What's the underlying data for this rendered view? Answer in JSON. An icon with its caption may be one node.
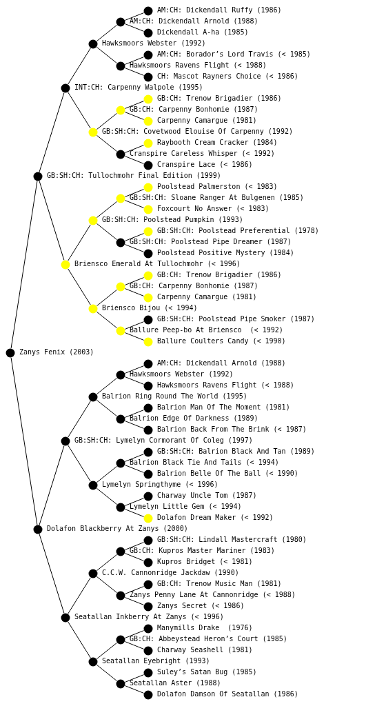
{
  "diagram": {
    "nodes": [
      {
        "text": [],
        "shape": "circle",
        "beside": [
          "AM:CH: Dickendall Ruffy (1986)"
        ]
      },
      {
        "text": [],
        "shape": "circle",
        "beside": [
          "AM:CH: Dickendall Arnold (1988)"
        ]
      },
      {
        "text": [],
        "shape": "circle",
        "beside": [
          "Dickendall A-ha (1985)"
        ]
      },
      {
        "text": [],
        "shape": "circle",
        "beside": [
          "Hawksmoors Webster (1992)"
        ]
      },
      {
        "text": [],
        "shape": "circle",
        "beside": [
          "AM:CH: Borador’s Lord Travis (< 1985)"
        ]
      },
      {
        "text": [],
        "shape": "circle",
        "beside": [
          "Hawksmoors Ravens Flight (< 1988)"
        ]
      },
      {
        "text": [],
        "shape": "circle",
        "beside": [
          "CH: Mascot Rayners Choice (< 1986)"
        ]
      },
      {
        "text": [],
        "shape": "circle",
        "beside": [
          "INT:CH: Carpenny Walpole (1995)"
        ]
      },
      {
        "text": [],
        "shape": "circle",
        "beside": [
          "GB:CH: Trenow Brigadier (1986)"
        ]
      },
      {
        "text": [],
        "shape": "circle",
        "beside": [
          "GB:CH: Carpenny Bonhomie (1987)"
        ]
      },
      {
        "text": [],
        "shape": "circle",
        "beside": [
          "Carpenny Camargue (1981)"
        ]
      },
      {
        "text": [],
        "shape": "circle",
        "beside": [
          "GB:SH:CH: Covetwood Elouise Of Carpenny (1992)"
        ]
      },
      {
        "text": [],
        "shape": "circle",
        "beside": [
          "Raybooth Cream Cracker (1984)"
        ]
      },
      {
        "text": [],
        "shape": "circle",
        "beside": [
          "Cranspire Careless Whisper (< 1992)"
        ]
      },
      {
        "text": [],
        "shape": "circle",
        "beside": [
          "Cranspire Lace (< 1986)"
        ]
      },
      {
        "text": [],
        "shape": "circle",
        "beside": [
          "GB:SH:CH: Tullochmohr Final Edition (1999)"
        ]
      },
      {
        "text": [],
        "shape": "circle",
        "beside": [
          "Poolstead Palmerston (< 1983)"
        ]
      },
      {
        "text": [],
        "shape": "circle",
        "beside": [
          "GB:SH:CH: Sloane Ranger At Bulgenen (1985)"
        ]
      },
      {
        "text": [],
        "shape": "circle",
        "beside": [
          "Foxcourt No Answer (< 1983)"
        ]
      },
      {
        "text": [],
        "shape": "circle",
        "beside": [
          "GB:SH:CH: Poolstead Pumpkin (1993)"
        ]
      },
      {
        "text": [],
        "shape": "circle",
        "beside": [
          "GB:SH:CH: Poolstead Preferential (1978)"
        ]
      },
      {
        "text": [],
        "shape": "circle",
        "beside": [
          "GB:SH:CH: Poolstead Pipe Dreamer (1987)"
        ]
      },
      {
        "text": [],
        "shape": "circle",
        "beside": [
          "Poolstead Positive Mystery (1984)"
        ]
      },
      {
        "text": [],
        "shape": "circle",
        "beside": [
          "Briensco Emerald At Tullochmohr (< 1996)"
        ]
      },
      {
        "text": [],
        "shape": "circle",
        "beside": [
          "GB:CH: Trenow Brigadier (1986)"
        ]
      },
      {
        "text": [],
        "shape": "circle",
        "beside": [
          "GB:CH: Carpenny Bonhomie (1987)"
        ]
      },
      {
        "text": [],
        "shape": "circle",
        "beside": [
          "Carpenny Camargue (1981)"
        ]
      },
      {
        "text": [],
        "shape": "circle",
        "beside": [
          "Briensco Bijou (< 1994)"
        ]
      },
      {
        "text": [],
        "shape": "circle",
        "beside": [
          "GB:SH:CH: Poolstead Pipe Smoker (1987)"
        ]
      },
      {
        "text": [],
        "shape": "circle",
        "beside": [
          "Ballure Peep-bo At Briensco  (< 1992)"
        ]
      },
      {
        "text": [],
        "shape": "circle",
        "beside": [
          "Ballure Coulters Candy (< 1990)"
        ]
      },
      {
        "text": [],
        "shape": "circle",
        "beside": [
          "Zanys Fenix (2003)"
        ]
      },
      {
        "text": [],
        "shape": "circle",
        "beside": [
          "AM:CH: Dickendall Arnold (1988)"
        ]
      },
      {
        "text": [],
        "shape": "circle",
        "beside": [
          "Hawksmoors Webster (1992)"
        ]
      },
      {
        "text": [],
        "shape": "circle",
        "beside": [
          "Hawksmoors Ravens Flight (< 1988)"
        ]
      },
      {
        "text": [],
        "shape": "circle",
        "beside": [
          "Balrion Ring Round The World (1995)"
        ]
      },
      {
        "text": [],
        "shape": "circle",
        "beside": [
          "Balrion Man Of The Moment (1981)"
        ]
      },
      {
        "text": [],
        "shape": "circle",
        "beside": [
          "Balrion Edge Of Darkness (1989)"
        ]
      },
      {
        "text": [],
        "shape": "circle",
        "beside": [
          "Balrion Back From The Brink (< 1987)"
        ]
      },
      {
        "text": [],
        "shape": "circle",
        "beside": [
          "GB:SH:CH: Lymelyn Cormorant Of Coleg (1997)"
        ]
      },
      {
        "text": [],
        "shape": "circle",
        "beside": [
          "GB:SH:CH: Balrion Black And Tan (1989)"
        ]
      },
      {
        "text": [],
        "shape": "circle",
        "beside": [
          "Balrion Black Tie And Tails (< 1994)"
        ]
      },
      {
        "text": [],
        "shape": "circle",
        "beside": [
          "Balrion Belle Of The Ball (< 1990)"
        ]
      },
      {
        "text": [],
        "shape": "circle",
        "beside": [
          "Lymelyn Springthyme (< 1996)"
        ]
      },
      {
        "text": [],
        "shape": "circle",
        "beside": [
          "Charway Uncle Tom (1987)"
        ]
      },
      {
        "text": [],
        "shape": "circle",
        "beside": [
          "Lymelyn Little Gem (< 1994)"
        ]
      },
      {
        "text": [],
        "shape": "circle",
        "beside": [
          "Dolafon Dream Maker (< 1992)"
        ]
      },
      {
        "text": [],
        "shape": "circle",
        "beside": [
          "Dolafon Blackberry At Zanys (2000)"
        ]
      },
      {
        "text": [],
        "shape": "circle",
        "beside": [
          "GB:SH:CH: Lindall Mastercraft (1980)"
        ]
      },
      {
        "text": [],
        "shape": "circle",
        "beside": [
          "GB:CH: Kupros Master Mariner (1983)"
        ]
      },
      {
        "text": [],
        "shape": "circle",
        "beside": [
          "Kupros Bridget (< 1981)"
        ]
      },
      {
        "text": [],
        "shape": "circle",
        "beside": [
          "C.C.W. Cannonridge Jackdaw (1990)"
        ]
      },
      {
        "text": [],
        "shape": "circle",
        "beside": [
          "GB:CH: Trenow Music Man (1981)"
        ]
      },
      {
        "text": [],
        "shape": "circle",
        "beside": [
          "Zanys Penny Lane At Cannonridge (< 1988)"
        ]
      },
      {
        "text": [],
        "shape": "circle",
        "beside": [
          "Zanys Secret (< 1986)"
        ]
      },
      {
        "text": [],
        "shape": "circle",
        "beside": [
          "Seatallan Inkberry At Zanys (< 1996)"
        ]
      },
      {
        "text": [],
        "shape": "circle",
        "beside": [
          "Manymills Drake  (1976)"
        ]
      },
      {
        "text": [],
        "shape": "circle",
        "beside": [
          "GB:CH: Abbeystead Heron’s Court (1985)"
        ]
      },
      {
        "text": [],
        "shape": "circle",
        "beside": [
          "Charway Seashell (1981)"
        ]
      },
      {
        "text": [],
        "shape": "circle",
        "beside": [
          "Seatallan Eyebright (1993)"
        ]
      },
      {
        "text": [],
        "shape": "circle",
        "beside": [
          "Suley’s Satan Bug (1985)"
        ]
      },
      {
        "text": [],
        "shape": "circle",
        "beside": [
          "Seatallan Aster (1988)"
        ]
      },
      {
        "text": [],
        "shape": "circle",
        "beside": [
          "Dolafon Damson Of Seatallan (1986)"
        ]
      }
    ],
    "edges": [
      {
        "from": 31,
        "to": 15,
        "arrow": "none"
      },
      {
        "from": 15,
        "to": 7,
        "arrow": "none"
      },
      {
        "from": 7,
        "to": 3,
        "arrow": "none"
      },
      {
        "from": 3,
        "to": 1,
        "arrow": "none"
      },
      {
        "from": 1,
        "to": 0,
        "arrow": "none"
      },
      {
        "from": 1,
        "to": 2,
        "arrow": "none"
      },
      {
        "from": 3,
        "to": 5,
        "arrow": "none"
      },
      {
        "from": 5,
        "to": 4,
        "arrow": "none"
      },
      {
        "from": 5,
        "to": 6,
        "arrow": "none"
      },
      {
        "from": 7,
        "to": 11,
        "arrow": "none"
      },
      {
        "from": 11,
        "to": 9,
        "arrow": "none"
      },
      {
        "from": 9,
        "to": 8,
        "arrow": "none"
      },
      {
        "from": 9,
        "to": 10,
        "arrow": "none"
      },
      {
        "from": 11,
        "to": 13,
        "arrow": "none"
      },
      {
        "from": 13,
        "to": 12,
        "arrow": "none"
      },
      {
        "from": 13,
        "to": 14,
        "arrow": "none"
      },
      {
        "from": 15,
        "to": 23,
        "arrow": "none"
      },
      {
        "from": 23,
        "to": 19,
        "arrow": "none"
      },
      {
        "from": 19,
        "to": 17,
        "arrow": "none"
      },
      {
        "from": 17,
        "to": 16,
        "arrow": "none"
      },
      {
        "from": 17,
        "to": 18,
        "arrow": "none"
      },
      {
        "from": 19,
        "to": 21,
        "arrow": "none"
      },
      {
        "from": 21,
        "to": 20,
        "arrow": "none"
      },
      {
        "from": 21,
        "to": 22,
        "arrow": "none"
      },
      {
        "from": 23,
        "to": 27,
        "arrow": "none"
      },
      {
        "from": 27,
        "to": 25,
        "arrow": "none"
      },
      {
        "from": 25,
        "to": 24,
        "arrow": "none"
      },
      {
        "from": 25,
        "to": 26,
        "arrow": "none"
      },
      {
        "from": 27,
        "to": 29,
        "arrow": "none"
      },
      {
        "from": 29,
        "to": 28,
        "arrow": "none"
      },
      {
        "from": 29,
        "to": 30,
        "arrow": "none"
      },
      {
        "from": 31,
        "to": 47,
        "arrow": "none"
      },
      {
        "from": 47,
        "to": 39,
        "arrow": "none"
      },
      {
        "from": 39,
        "to": 35,
        "arrow": "none"
      },
      {
        "from": 35,
        "to": 33,
        "arrow": "none"
      },
      {
        "from": 33,
        "to": 32,
        "arrow": "none"
      },
      {
        "from": 33,
        "to": 34,
        "arrow": "none"
      },
      {
        "from": 35,
        "to": 37,
        "arrow": "none"
      },
      {
        "from": 37,
        "to": 36,
        "arrow": "none"
      },
      {
        "from": 37,
        "to": 38,
        "arrow": "none"
      },
      {
        "from": 39,
        "to": 43,
        "arrow": "none"
      },
      {
        "from": 43,
        "to": 41,
        "arrow": "none"
      },
      {
        "from": 41,
        "to": 40,
        "arrow": "none"
      },
      {
        "from": 41,
        "to": 42,
        "arrow": "none"
      },
      {
        "from": 43,
        "to": 45,
        "arrow": "none"
      },
      {
        "from": 45,
        "to": 44,
        "arrow": "none"
      },
      {
        "from": 45,
        "to": 46,
        "arrow": "none"
      },
      {
        "from": 47,
        "to": 55,
        "arrow": "none"
      },
      {
        "from": 55,
        "to": 51,
        "arrow": "none"
      },
      {
        "from": 51,
        "to": 49,
        "arrow": "none"
      },
      {
        "from": 49,
        "to": 48,
        "arrow": "none"
      },
      {
        "from": 49,
        "to": 50,
        "arrow": "none"
      },
      {
        "from": 51,
        "to": 53,
        "arrow": "none"
      },
      {
        "from": 53,
        "to": 52,
        "arrow": "none"
      },
      {
        "from": 53,
        "to": 54,
        "arrow": "none"
      },
      {
        "from": 55,
        "to": 59,
        "arrow": "none"
      },
      {
        "from": 59,
        "to": 57,
        "arrow": "none"
      },
      {
        "from": 57,
        "to": 56,
        "arrow": "none"
      },
      {
        "from": 57,
        "to": 58,
        "arrow": "none"
      },
      {
        "from": 59,
        "to": 61,
        "arrow": "none"
      },
      {
        "from": 61,
        "to": 60,
        "arrow": "none"
      },
      {
        "from": 61,
        "to": 62,
        "arrow": "none"
      }
    ]
  }
}
